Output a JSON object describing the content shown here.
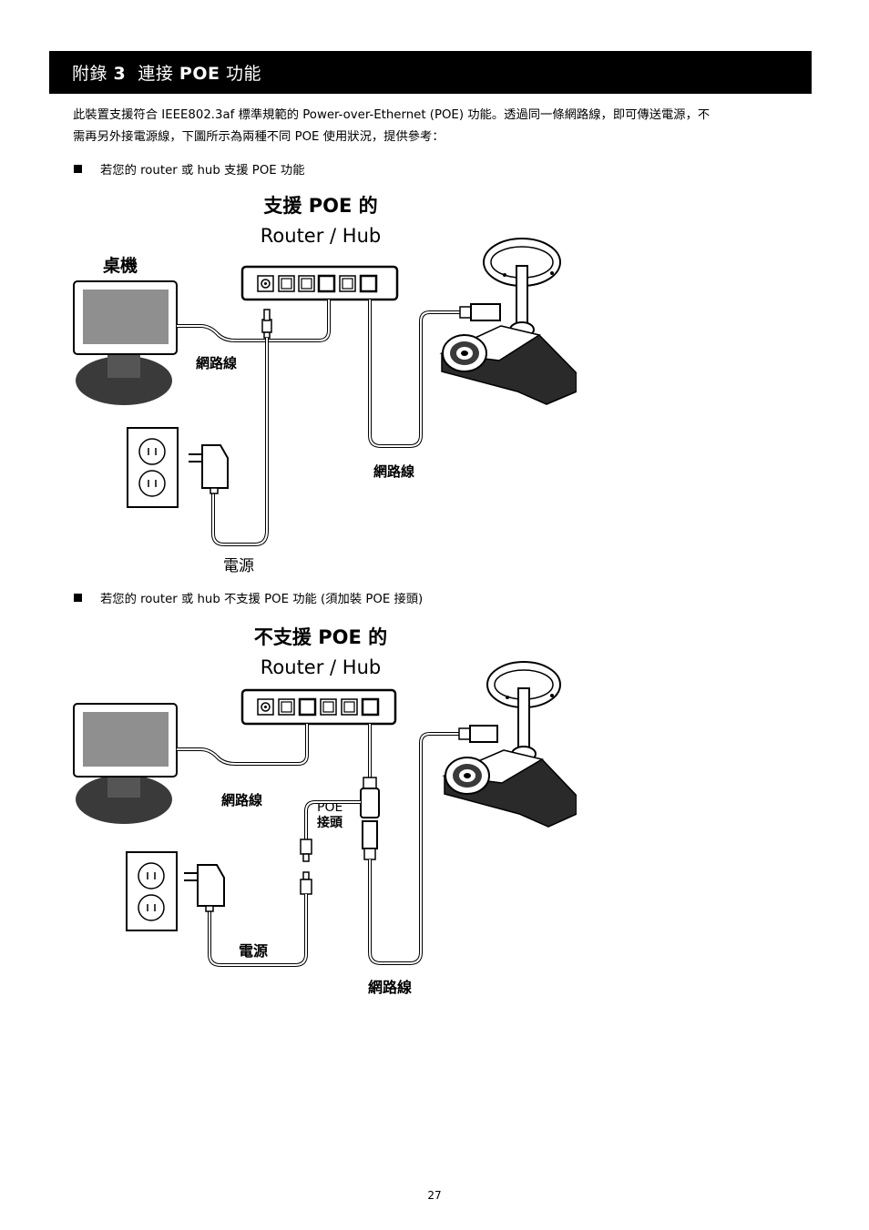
{
  "header": {
    "title_pre": "附錄 ",
    "title_num": "3",
    "title_mid": "  連接 ",
    "title_poe": "POE",
    "title_post": " 功能"
  },
  "intro": {
    "line1": "此裝置支援符合 IEEE802.3af 標準規範的 Power-over-Ethernet (POE)  功能。透過同一條網路線，即可傳送電源，不",
    "line2": "需再另外接電源線，下圖所示為兩種不同 POE 使用狀況，提供參考："
  },
  "bullet1": "若您的 router 或 hub 支援 POE 功能",
  "bullet2": "若您的 router 或 hub 不支援 POE 功能  (須加裝 POE 接頭)",
  "diagram1": {
    "title_line1": "支援 POE 的",
    "title_line2": "Router / Hub",
    "desktop": "桌機",
    "cable_left": "網路線",
    "cable_right": "網路線",
    "power": "電源"
  },
  "diagram2": {
    "title_line1": "不支援 POE 的",
    "title_line2": "Router / Hub",
    "cable_left": "網路線",
    "poe_line1": "POE",
    "poe_line2": "接頭",
    "power": "電源",
    "cable_bottom": "網路線"
  },
  "page_number": "27"
}
